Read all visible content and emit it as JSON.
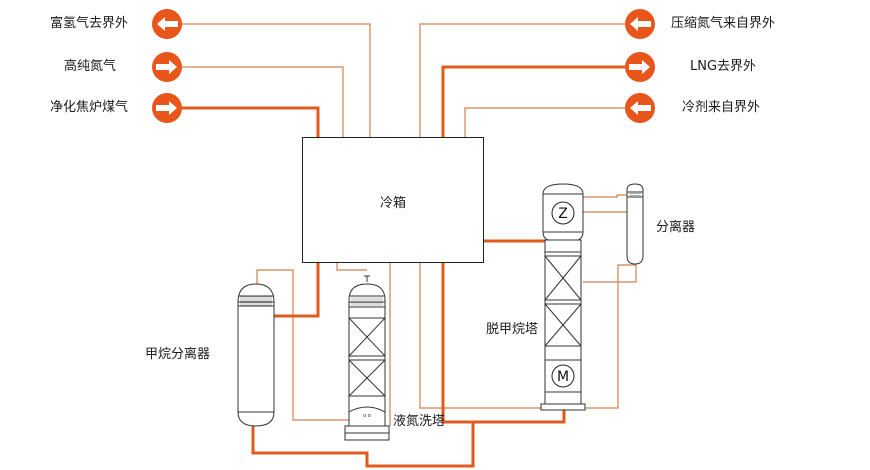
{
  "streams": {
    "rich_hydrogen_out": "富氢气去界外",
    "high_purity_nitrogen": "高纯氮气",
    "purified_coke_gas": "净化焦炉煤气",
    "compressed_nitrogen_in": "压缩氮气来自界外",
    "lng_out": "LNG去界外",
    "refrigerant_in": "冷剂来自界外"
  },
  "equipment": {
    "cold_box": "冷箱",
    "methane_separator": "甲烷分离器",
    "nitrogen_wash_tower": "液氮洗塔",
    "demethanizer": "脱甲烷塔",
    "separator": "分离器",
    "compressor_symbol": "Z",
    "motor_symbol": "M",
    "nitrogen_wash_marking": "o o"
  },
  "colors": {
    "thin_line": "#d4804e",
    "thick_line": "#e05a1c",
    "arrow_fill": "#e8561c",
    "outline": "#333333"
  }
}
